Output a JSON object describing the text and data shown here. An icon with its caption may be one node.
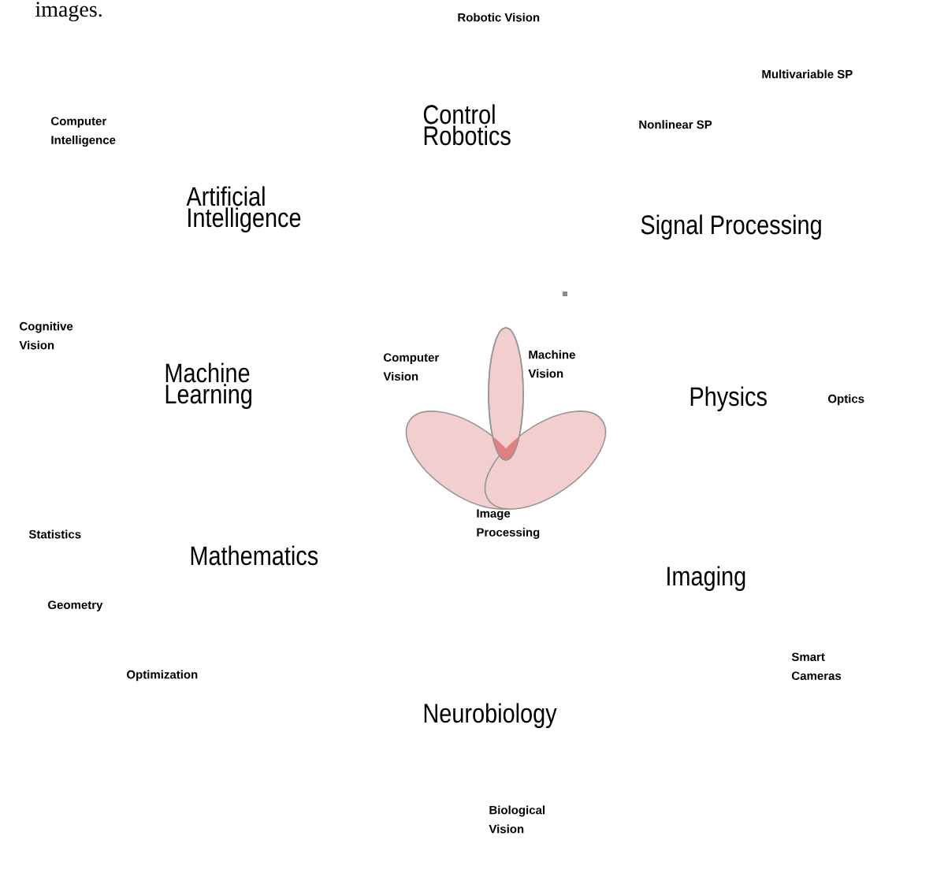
{
  "diagram": {
    "labels": [
      "images.",
      "Robotic Vision",
      "Multivariable SP",
      "Nonlinear SP",
      "Computer Intelligence",
      "Control Robotics",
      "Artificial Intelligence",
      "Signal Processing",
      "Cognitive Vision",
      "Computer Vision",
      "Machine Vision",
      "Machine Learning",
      "Physics",
      "Optics",
      "Statistics",
      "Image Processing",
      "Mathematics",
      "Imaging",
      "Geometry",
      "Optimization",
      "Smart Cameras",
      "Neurobiology",
      "Biological Vision"
    ]
  }
}
